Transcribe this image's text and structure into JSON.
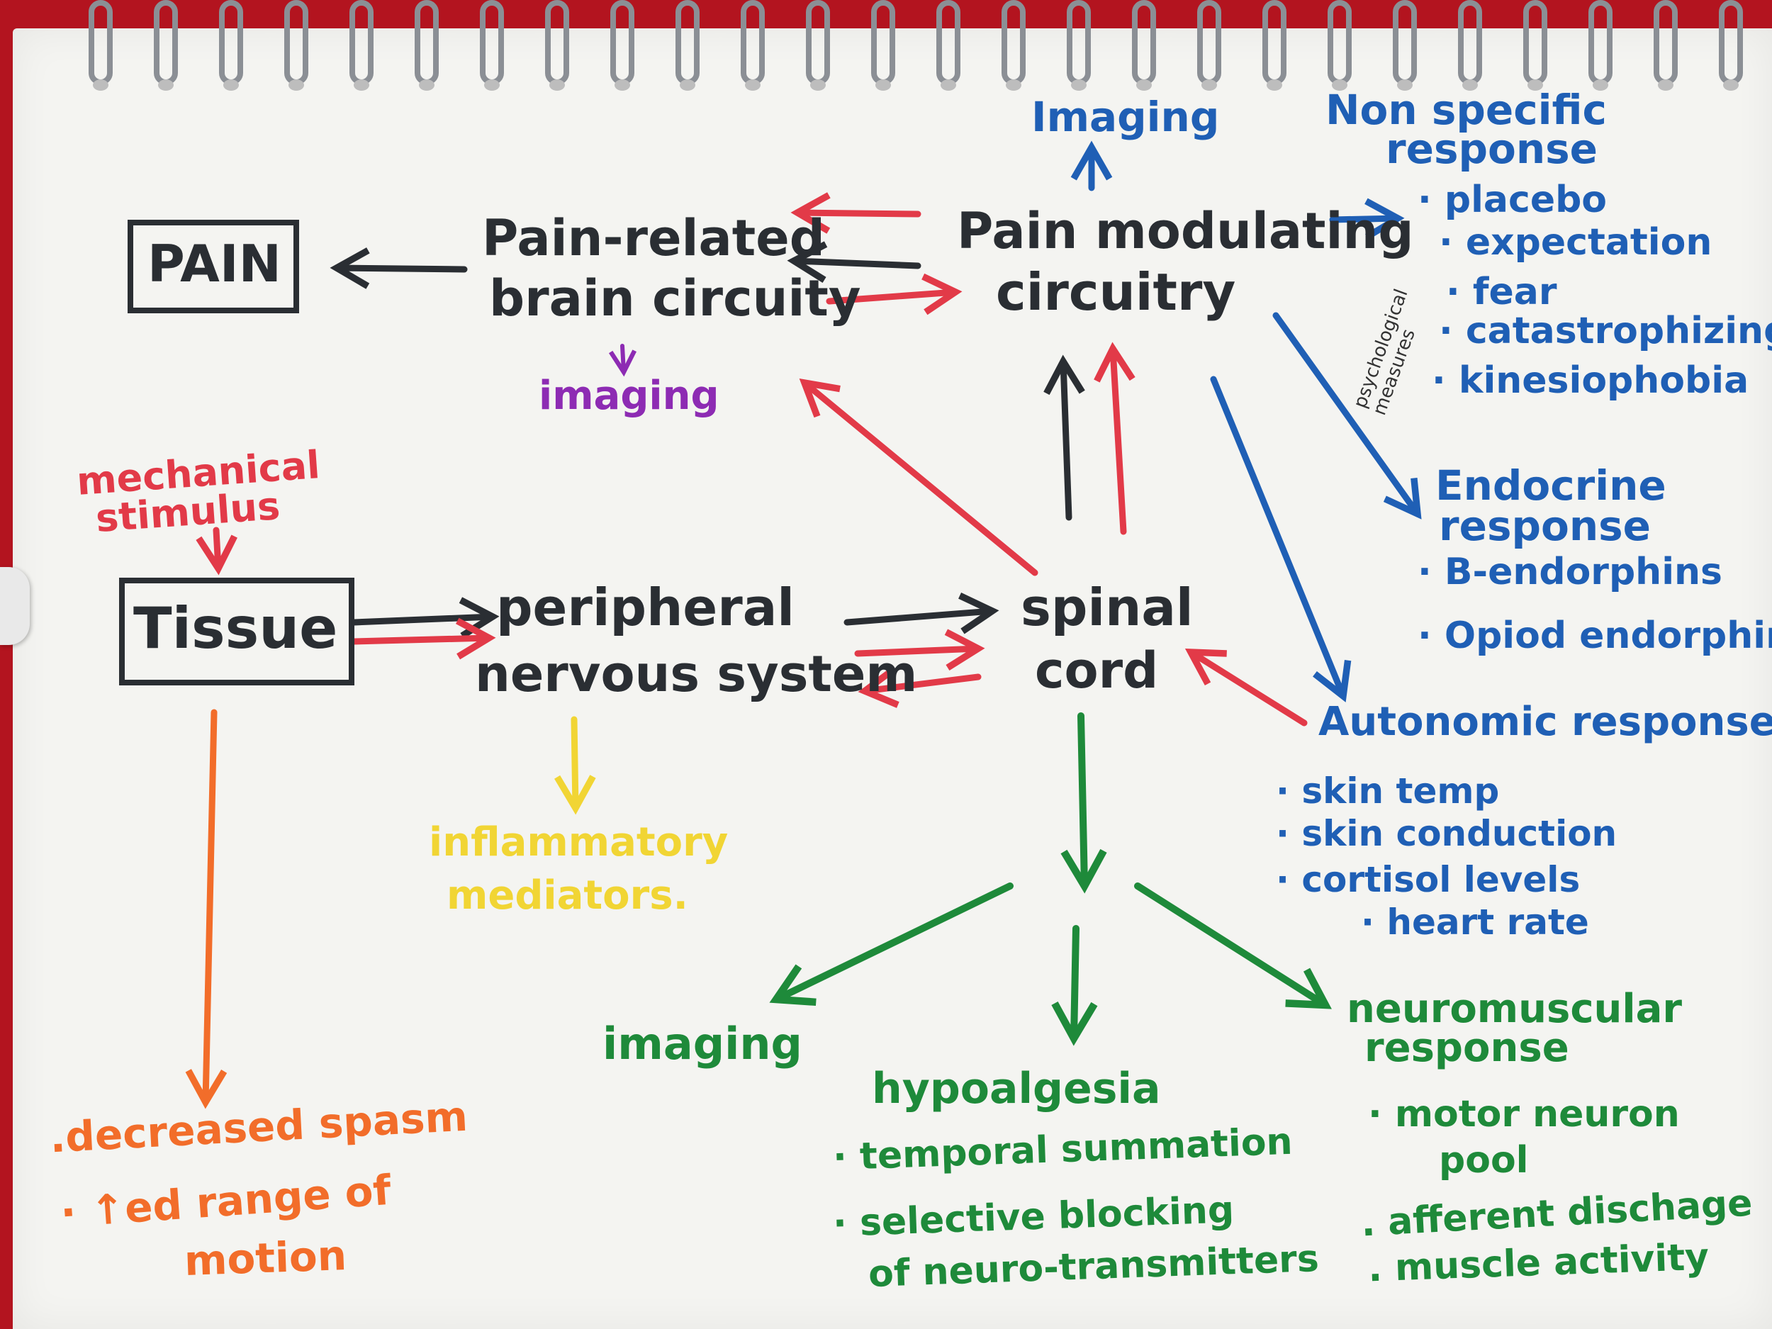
{
  "nodes": {
    "pain": "PAIN",
    "pain_related_1": "Pain-related",
    "pain_related_2": "brain circuity",
    "pain_modulating_1": "Pain modulating",
    "pain_modulating_2": "circuitry",
    "tissue": "Tissue",
    "peripheral_1": "peripheral",
    "peripheral_2": "nervous system",
    "spinal_1": "spinal",
    "spinal_2": "cord"
  },
  "top_right": {
    "imaging": "Imaging",
    "non_specific_1": "Non specific",
    "non_specific_2": "response",
    "items": [
      "· placebo",
      "· expectation",
      "· fear",
      "· catastrophizing",
      "· kinesiophobia"
    ],
    "psych_note_1": "psychological",
    "psych_note_2": "measures"
  },
  "endocrine": {
    "title_1": "Endocrine",
    "title_2": "response",
    "items": [
      "· B-endorphins",
      "· Opiod endorphin"
    ]
  },
  "autonomic": {
    "title": "Autonomic response",
    "items": [
      "· skin temp",
      "· skin conduction",
      "· cortisol levels",
      "· heart rate"
    ]
  },
  "brain_imaging": "imaging",
  "mechanical": {
    "line1": "mechanical",
    "line2": "stimulus"
  },
  "inflammatory": {
    "line1": "inflammatory",
    "line2": "mediators."
  },
  "tissue_effects": {
    "items": [
      ".decreased spasm",
      "· ↑ed range of",
      "motion"
    ]
  },
  "spinal_outputs": {
    "imaging": "imaging",
    "hypoalgesia": {
      "title": "hypoalgesia",
      "items": [
        "· temporal summation",
        "· selective blocking",
        "of neuro-transmitters"
      ]
    },
    "neuromuscular": {
      "title_1": "neuromuscular",
      "title_2": "response",
      "items": [
        "· motor neuron",
        "pool",
        ". afferent dischage",
        ". muscle activity"
      ]
    }
  },
  "colors": {
    "black": "#2a2e33",
    "blue": "#1f5fb5",
    "red": "#e23a48",
    "purple": "#8d2bb3",
    "green": "#1e8a3a",
    "orange": "#f26d2a",
    "yellow": "#f1d534",
    "background": "#b3141f"
  }
}
